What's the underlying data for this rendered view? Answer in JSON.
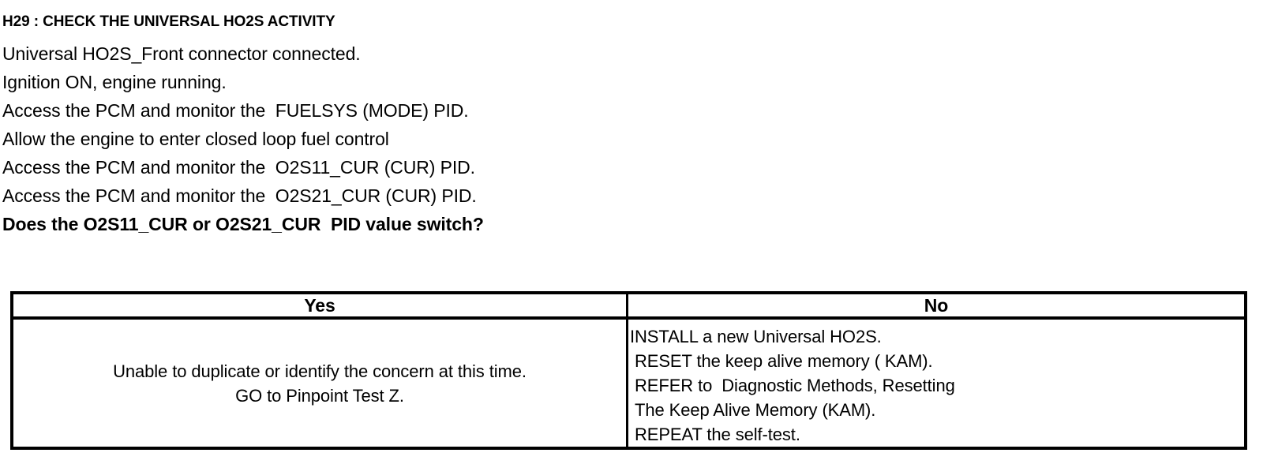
{
  "step": {
    "title": "H29 : CHECK THE UNIVERSAL HO2S ACTIVITY",
    "instructions": [
      {
        "text": "Universal HO2S_Front connector connected.",
        "bold": false
      },
      {
        "text": "Ignition ON, engine running.",
        "bold": false
      },
      {
        "text": "Access the PCM and monitor the  FUELSYS (MODE) PID.",
        "bold": false
      },
      {
        "text": "Allow the engine to enter closed loop fuel control",
        "bold": false
      },
      {
        "text": "Access the PCM and monitor the  O2S11_CUR (CUR) PID.",
        "bold": false
      },
      {
        "text": "Access the PCM and monitor the  O2S21_CUR (CUR) PID.",
        "bold": false
      },
      {
        "text": "Does the O2S11_CUR or O2S21_CUR  PID value switch?",
        "bold": true
      }
    ]
  },
  "decision_table": {
    "headers": {
      "yes": "Yes",
      "no": "No"
    },
    "yes_cell": {
      "lines": [
        "Unable to duplicate or identify the concern at this time.",
        "GO to Pinpoint Test Z."
      ]
    },
    "no_cell": {
      "lines": [
        "INSTALL a new Universal HO2S.",
        "RESET the keep alive memory ( KAM).",
        "REFER to  Diagnostic Methods, Resetting",
        "The Keep Alive Memory (KAM).",
        "REPEAT the self-test."
      ]
    }
  },
  "colors": {
    "ink": "#000000",
    "paper": "#ffffff"
  }
}
